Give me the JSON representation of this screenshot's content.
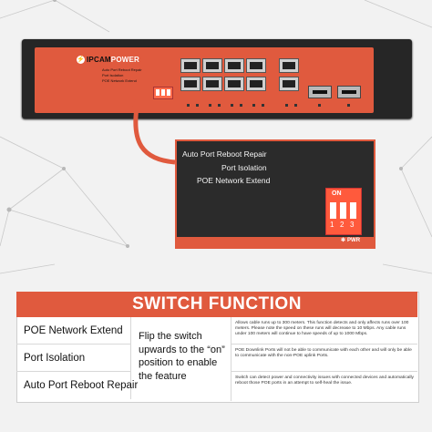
{
  "device": {
    "brand_prefix": "IP",
    "brand_mid": "CAM",
    "brand_suffix": "POWER",
    "labels": [
      "Auto Port Reboot Repair",
      "Port Isolation",
      "POE Network Extend"
    ]
  },
  "callout": {
    "lines": [
      "Auto Port Reboot Repair",
      "Port Isolation",
      "POE Network Extend"
    ],
    "dip_on": "ON",
    "dip_numbers": [
      "1",
      "2",
      "3"
    ],
    "pwr": "PWR"
  },
  "table": {
    "title": "SWITCH FUNCTION",
    "features": [
      "POE Network Extend",
      "Port Isolation",
      "Auto Port Reboot Repair"
    ],
    "instruction": "Flip the switch upwards to the “on” position to enable the feature",
    "descriptions": [
      "Allows cable runs up to 300 meters. This function detects and only affects runs over 100 meters. Please note the speed on these runs will decrease to 10 Mbps. Any cable runs under 100 meters will continue to have speeds of up to 1000 Mbps.",
      "POE Downlink Ports will not be able to communicate with each other and will only be able to communicate with the non-POE uplink Ports.",
      "Switch can detect power and connectivity issues with connected devices and automatically reboot those POE ports in an attempt to self-heal the issue."
    ]
  },
  "colors": {
    "accent": "#e05a3e",
    "device": "#262626"
  }
}
